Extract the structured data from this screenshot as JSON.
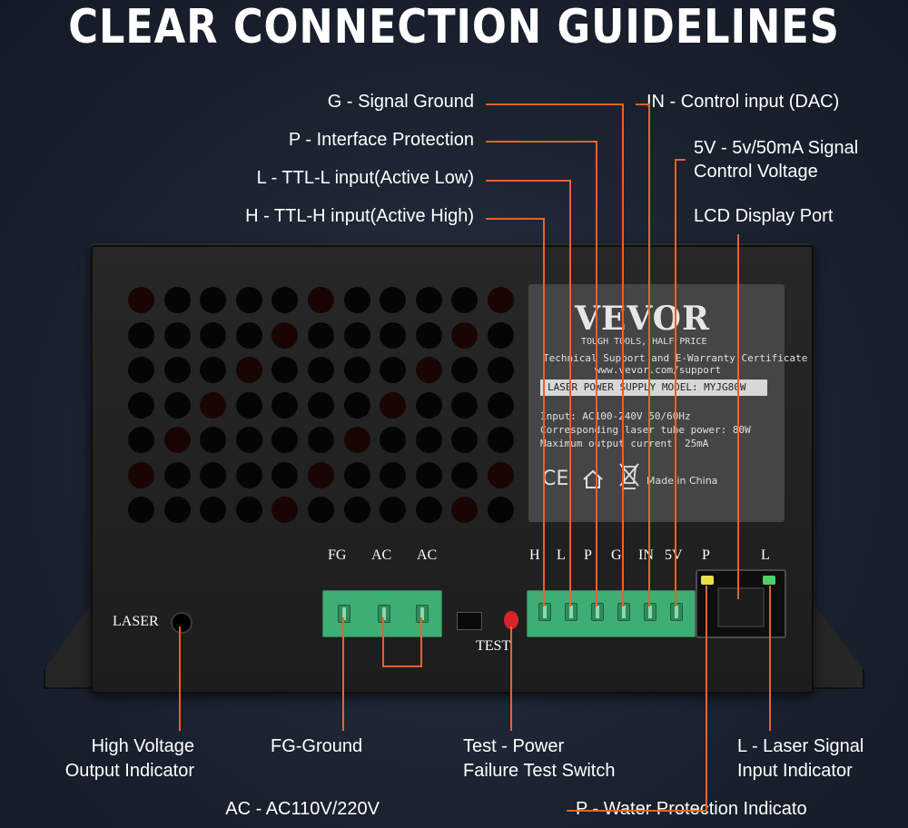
{
  "title": "CLEAR CONNECTION GUIDELINES",
  "callouts": {
    "g": "G - Signal Ground",
    "p": "P - Interface Protection",
    "l": "L - TTL-L input(Active Low)",
    "h": "H -  TTL-H input(Active High)",
    "in": "IN - Control input (DAC)",
    "v5_line1": "5V - 5v/50mA Signal",
    "v5_line2": "Control Voltage",
    "lcd": "LCD Display Port",
    "hv_line1": "High Voltage",
    "hv_line2": "Output Indicator",
    "fg": "FG-Ground",
    "test_line1": "Test - Power",
    "test_line2": "Failure Test Switch",
    "laser_line1": "L - Laser Signal",
    "laser_line2": "Input Indicator",
    "ac": "AC - AC110V/220V",
    "water": "P - Water Protection Indicato"
  },
  "device": {
    "brand": "VEVOR",
    "tagline": "TOUGH TOOLS, HALF PRICE",
    "support_line1": "Technical Support and E-Warranty Certificate",
    "support_line2": "www.vevor.com/support",
    "model_bar": "LASER POWER SUPPLY   MODEL: MYJG80W",
    "spec1": "Input: AC100-240V  50/60Hz",
    "spec2": "Corresponding laser tube power: 80W",
    "spec3": "Maximum output current: 25mA",
    "made_in": "Made in China",
    "cert": "CE",
    "laser_label": "LASER",
    "test_label": "TEST",
    "power_pins": [
      "FG",
      "AC",
      "AC"
    ],
    "signal_pins": [
      "H",
      "L",
      "P",
      "G",
      "IN",
      "5V"
    ],
    "lcd_pins": [
      "P",
      "L"
    ]
  },
  "colors": {
    "leader": "#e8622a",
    "terminal": "#3fae74",
    "led_yellow": "#e6e04a",
    "led_green": "#4fd16a",
    "test_button": "#d8232a"
  }
}
